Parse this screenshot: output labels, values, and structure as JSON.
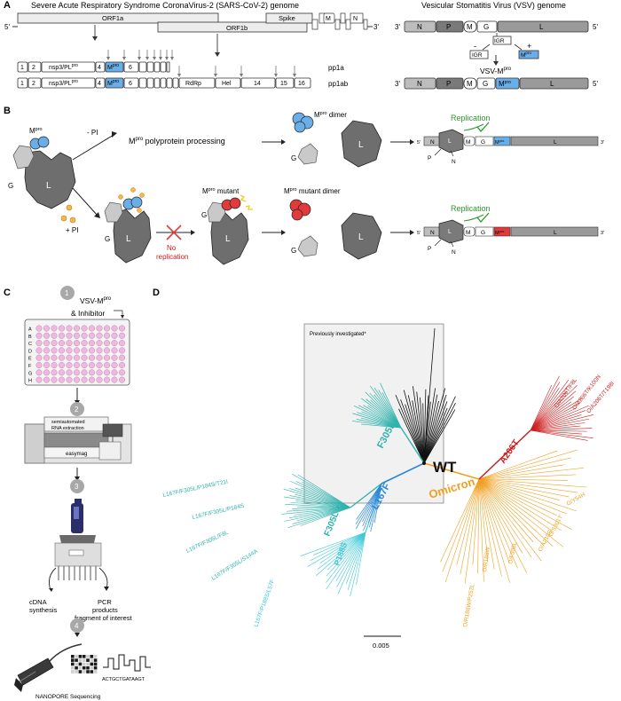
{
  "panel_labels": {
    "a": "A",
    "b": "B",
    "c": "C",
    "d": "D"
  },
  "panelA": {
    "sars_title": "Severe Acute Respiratory Syndrome CoronaVirus-2 (SARS-CoV-2) genome",
    "vsv_title": "Vesicular Stomatitis Virus (VSV) genome",
    "five_prime": "5'",
    "three_prime": "3'",
    "orf1a": "ORF1a",
    "orf1b": "ORF1b",
    "spike": "Spike",
    "m": "M",
    "n": "N",
    "pp1a": "pp1a",
    "pp1ab": "pp1ab",
    "seg": {
      "s1": "1",
      "s2": "2",
      "nsp3": "nsp3/PL",
      "pro": "pro",
      "s4": "4",
      "mpro_m": "M",
      "s6": "6",
      "rdrp": "RdRp",
      "hel": "Hel",
      "s14": "14",
      "s15": "15",
      "s16": "16"
    },
    "vsv": {
      "n": "N",
      "p": "P",
      "m": "M",
      "g": "G",
      "l": "L",
      "igr": "IGR",
      "minus": "-",
      "plus": "+",
      "vsv_mpro": "VSV-M",
      "pro": "pro"
    }
  },
  "panelB": {
    "mpro": "M",
    "pro": "pro",
    "minus_pi": "- PI",
    "plus_pi": "+ PI",
    "processing": " polyprotein processing",
    "dimer": " dimer",
    "mutant": " mutant",
    "mutant_dimer": " mutant dimer",
    "replication": "Replication",
    "no_replication_1": "No",
    "no_replication_2": "replication",
    "g": "G",
    "l": "L",
    "n": "N",
    "p": "P",
    "m": "M",
    "five_prime": "5'",
    "three_prime": "3'"
  },
  "panelC": {
    "step1": "1",
    "step2": "2",
    "step3": "3",
    "step4": "4",
    "vsv_mpro": "VSV-M",
    "pro": "pro",
    "inhibitor": "& Inhibitor",
    "rows": [
      "A",
      "B",
      "C",
      "D",
      "E",
      "F",
      "G",
      "H"
    ],
    "semiauto_1": "semiautomated",
    "semiauto_2": "RNA extraction",
    "easymag": "easymag",
    "cdna_1": "cDNA",
    "cdna_2": "synthesis",
    "pcr_1": "PCR",
    "pcr_2": "products",
    "pcr_3": "fragment of interest",
    "sequence": "ACTGCTGATAAGT",
    "nanopore": "NANOPORE Sequencing"
  },
  "panelD": {
    "previously": "Previously investigated*",
    "wt": "WT",
    "f305l": "F305L",
    "f305l_b": "F305L",
    "l167f": "L167F",
    "p188s": "P188S",
    "omicron": "Omicron",
    "a206t": "A206T",
    "scale": "0.005",
    "labels_left": [
      "L167F/F305L/P184S/T21I",
      "L167F/F305L/P184S",
      "L167F/F305L/F8L",
      "L167F/F305L/S144A",
      "L167F/P188S/L57F"
    ],
    "labels_red": [
      "O/A206T/F8L",
      "O/A206T/K100N",
      "O/A206T/T198I"
    ],
    "labels_orange": [
      "O/Y54H",
      "O/S301T",
      "O/A210S",
      "O/F305L",
      "O/R188W",
      "O/R188W/P252L"
    ],
    "colors": {
      "teal": "#2fb3ad",
      "cyan": "#3cc8d8",
      "blue": "#2a88d8",
      "orange": "#f0a020",
      "red": "#cc1f1f",
      "black": "#111111",
      "mpro_blue": "#6aaee8",
      "mutant_red": "#e03a3a",
      "plate_pink": "#f0b8e0"
    }
  }
}
